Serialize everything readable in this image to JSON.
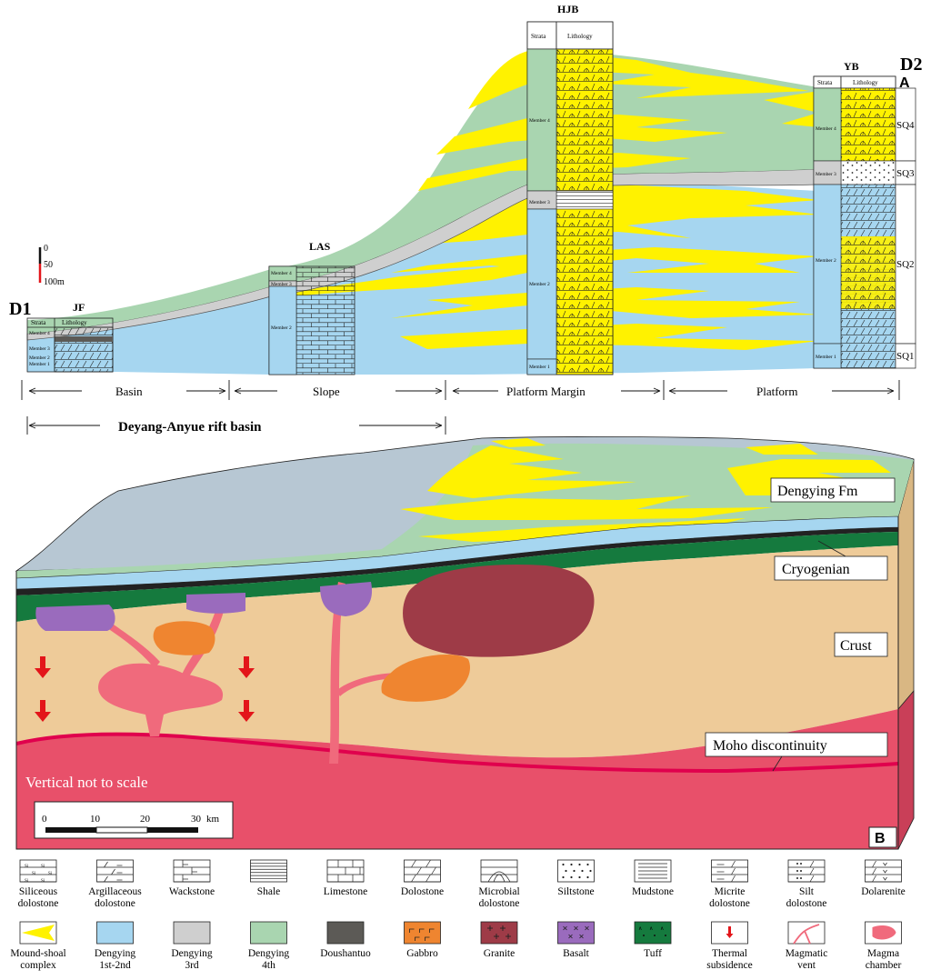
{
  "section_a": {
    "panel_label": "A",
    "ends": {
      "left": "D1",
      "right": "D2"
    },
    "scale_bar": {
      "ticks": [
        "0",
        "50",
        "100m"
      ]
    },
    "columns": [
      {
        "name": "JF",
        "strata_header": "Strata",
        "lithology_header": "Lithology",
        "members": [
          "Member 4",
          "Member 3",
          "Member 2",
          "Member 1"
        ]
      },
      {
        "name": "LAS",
        "strata_header": "",
        "lithology_header": "",
        "members": [
          "Member 4",
          "Member 3",
          "Member 2"
        ]
      },
      {
        "name": "HJB",
        "strata_header": "Strata",
        "lithology_header": "Lithology",
        "members": [
          "Member 4",
          "Member 3",
          "Member 2",
          "Member 1"
        ]
      },
      {
        "name": "YB",
        "strata_header": "Strata",
        "lithology_header": "Lithology",
        "members": [
          "Member 4",
          "Member 3",
          "Member 2",
          "Member 1"
        ]
      }
    ],
    "sequences": [
      "SQ4",
      "SQ3",
      "SQ2",
      "SQ1"
    ],
    "zones": [
      "Basin",
      "Slope",
      "Platform Margin",
      "Platform"
    ],
    "rift_label": "Deyang-Anyue rift basin"
  },
  "section_b": {
    "panel_label": "B",
    "labels": {
      "dengying": "Dengying Fm",
      "cryogenian": "Cryogenian",
      "crust": "Crust",
      "moho": "Moho discontinuity",
      "scale_note": "Vertical not to scale"
    },
    "scale_bar": {
      "ticks": [
        "0",
        "10",
        "20",
        "30"
      ],
      "unit": "km"
    }
  },
  "legend": {
    "row1": [
      {
        "label": "Siliceous dolostone",
        "pattern": "siliceous"
      },
      {
        "label": "Argillaceous dolostone",
        "pattern": "argillaceous"
      },
      {
        "label": "Wackstone",
        "pattern": "wackstone"
      },
      {
        "label": "Shale",
        "pattern": "shale"
      },
      {
        "label": "Limestone",
        "pattern": "limestone"
      },
      {
        "label": "Dolostone",
        "pattern": "dolostone"
      },
      {
        "label": "Microbial dolostone",
        "pattern": "microbial"
      },
      {
        "label": "Siltstone",
        "pattern": "siltstone"
      },
      {
        "label": "Mudstone",
        "pattern": "mudstone"
      },
      {
        "label": "Micrite dolostone",
        "pattern": "micrite"
      },
      {
        "label": "Silt dolostone",
        "pattern": "siltdolo"
      },
      {
        "label": "Dolarenite",
        "pattern": "dolarenite"
      }
    ],
    "row2": [
      {
        "label": "Mound-shoal complex",
        "pattern": "mound",
        "color": "#fff200"
      },
      {
        "label": "Dengying 1st-2nd",
        "pattern": "fill",
        "color": "#a6d6f0"
      },
      {
        "label": "Dengying 3rd",
        "pattern": "fill",
        "color": "#cfcfcf"
      },
      {
        "label": "Dengying 4th",
        "pattern": "fill",
        "color": "#a9d5b0"
      },
      {
        "label": "Doushantuo",
        "pattern": "fill",
        "color": "#5c5a56"
      },
      {
        "label": "Gabbro",
        "pattern": "gabbro",
        "color": "#ef8530"
      },
      {
        "label": "Granite",
        "pattern": "granite",
        "color": "#9e3b47"
      },
      {
        "label": "Basalt",
        "pattern": "basalt",
        "color": "#9a6bbd"
      },
      {
        "label": "Tuff",
        "pattern": "tuff",
        "color": "#157a3e"
      },
      {
        "label": "Thermal subsidence",
        "pattern": "arrow",
        "color": "#e3151a"
      },
      {
        "label": "Magmatic vent",
        "pattern": "vent",
        "color": "#f06a7c"
      },
      {
        "label": "Magma chamber",
        "pattern": "chamber",
        "color": "#f06a7c"
      }
    ]
  },
  "colors": {
    "mound": "#fff200",
    "dengying12": "#a6d6f0",
    "dengying3": "#cfcfcf",
    "dengying4": "#a9d5b0",
    "doushantuo": "#5c5a56",
    "tuff": "#157a3e",
    "crust": "#eecb99",
    "mantle": "#e8506a",
    "moho": "#e0004d"
  }
}
